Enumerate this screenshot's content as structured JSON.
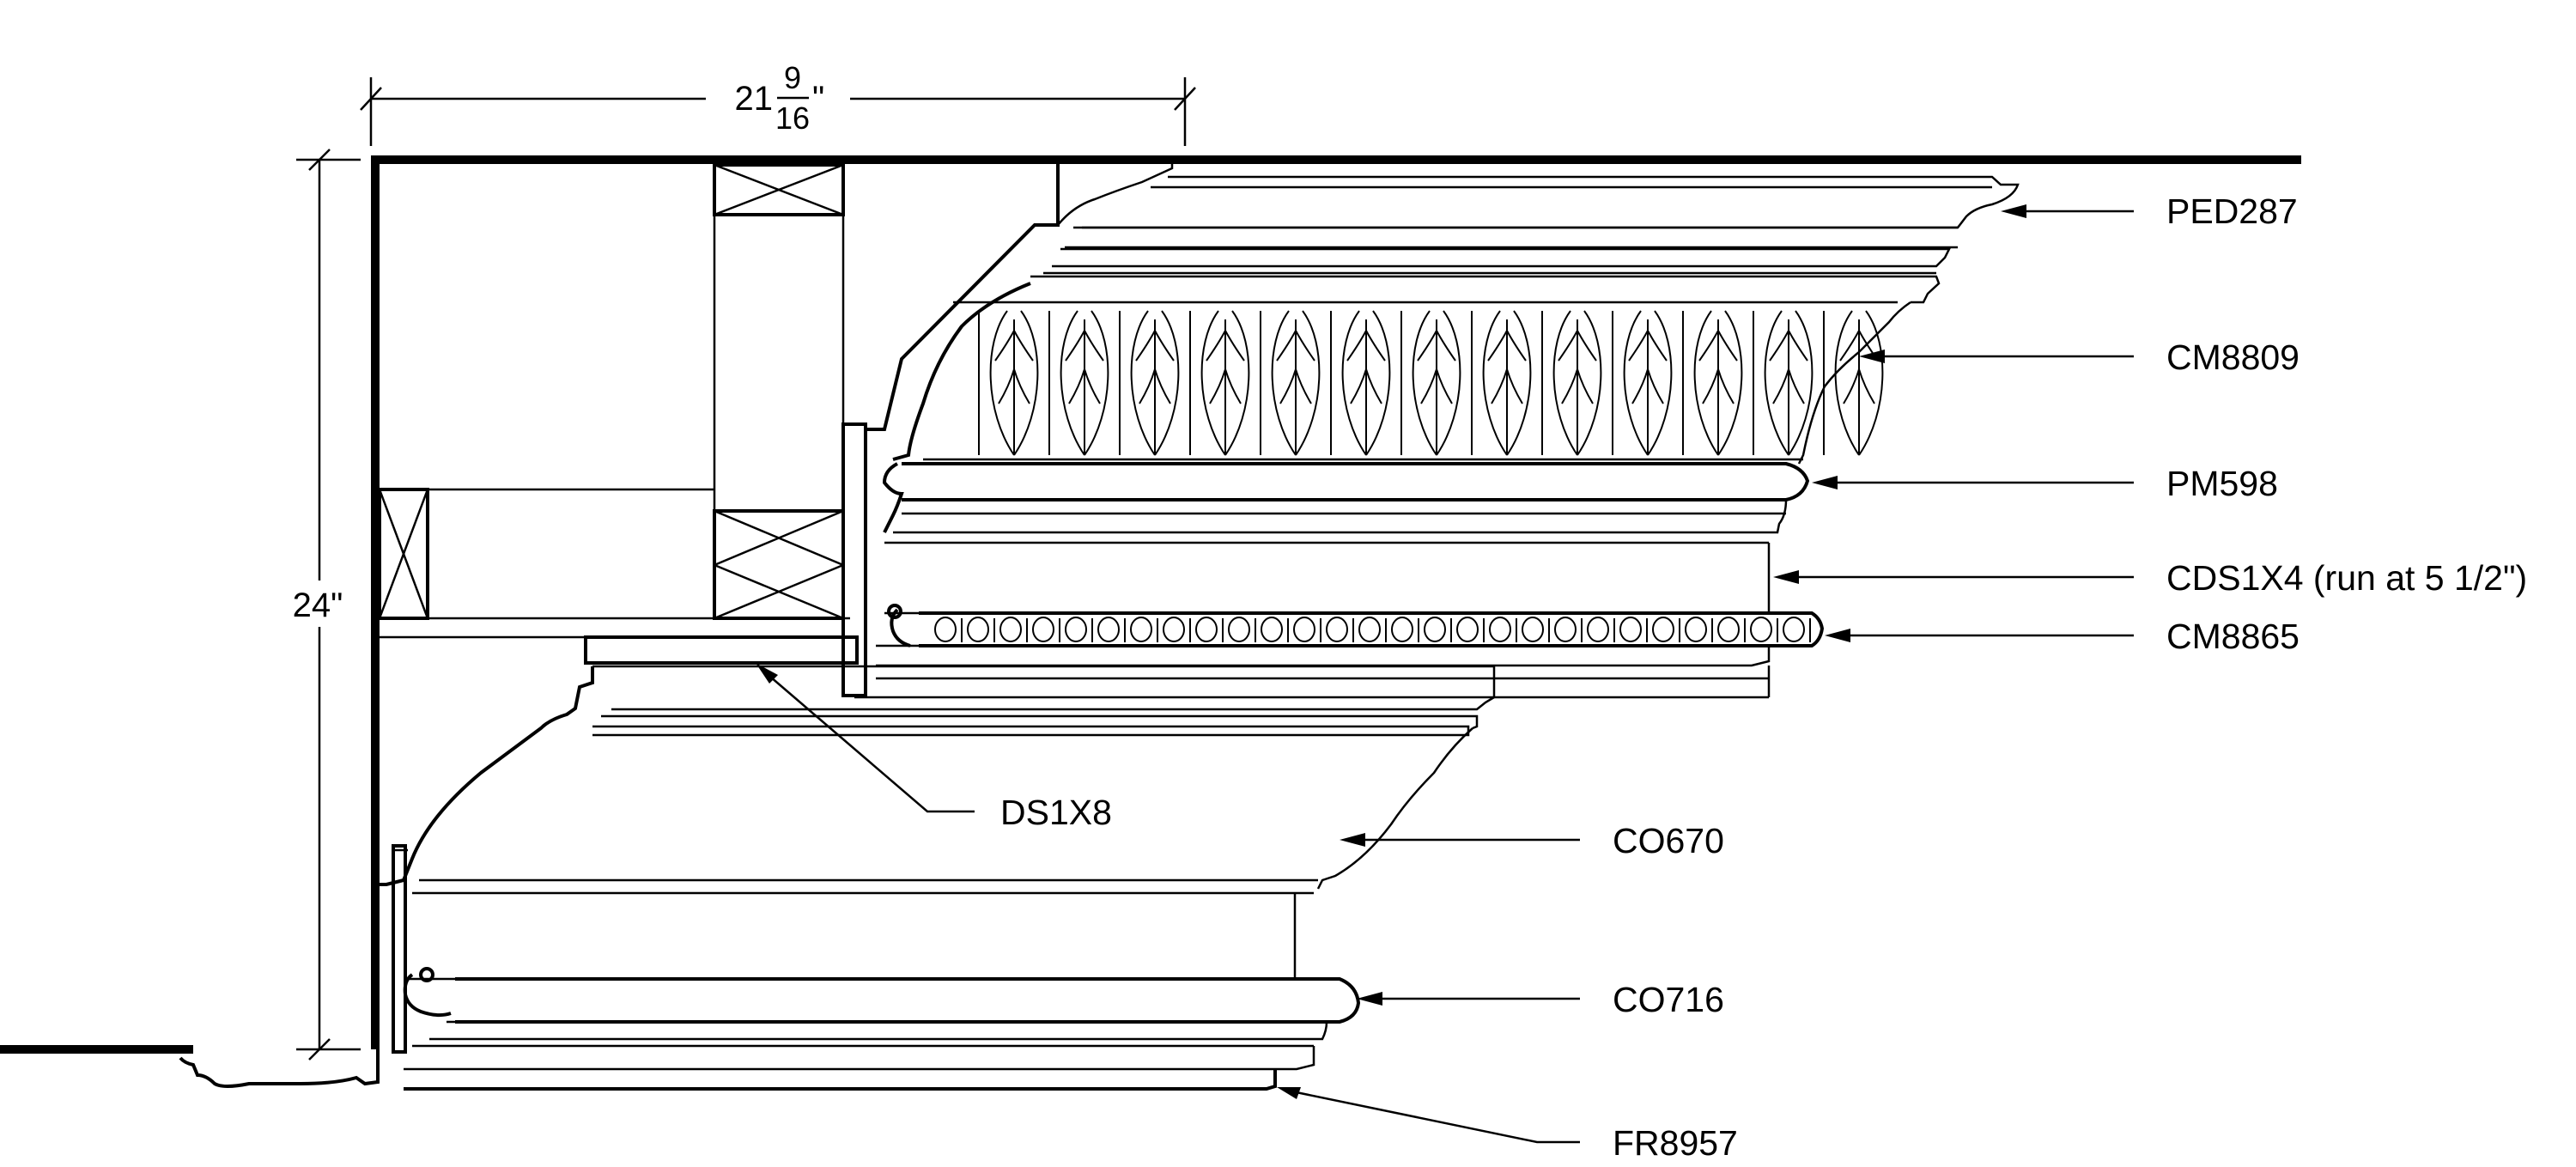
{
  "dimensions": {
    "width_whole": "21",
    "width_frac_num": "9",
    "width_frac_den": "16",
    "width_unit": "\"",
    "height": "24\""
  },
  "callouts": [
    {
      "code": "PED287"
    },
    {
      "code": "CM8809"
    },
    {
      "code": "PM598"
    },
    {
      "code": "CDS1X4 (run at 5 1/2\")"
    },
    {
      "code": "CM8865"
    },
    {
      "code": "DS1X8"
    },
    {
      "code": "CO670"
    },
    {
      "code": "CO716"
    },
    {
      "code": "FR8957"
    }
  ]
}
